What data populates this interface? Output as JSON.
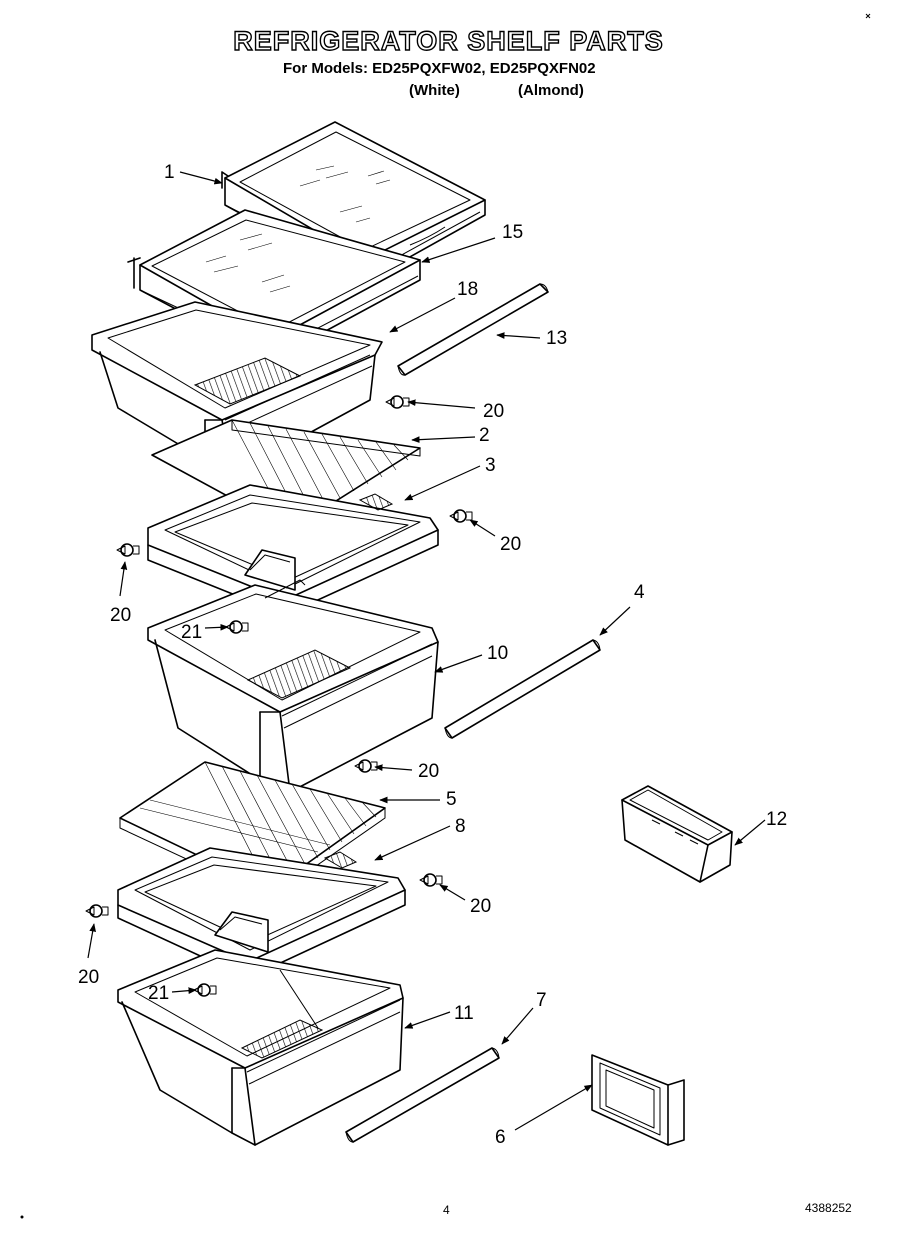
{
  "header": {
    "title": "REFRIGERATOR SHELF PARTS",
    "models_line": "For Models: ED25PQXFW02, ED25PQXFN02",
    "model_white": "(White)",
    "model_almond": "(Almond)"
  },
  "parts": {
    "p1": "1",
    "p15": "15",
    "p18": "18",
    "p13": "13",
    "p20a": "20",
    "p2": "2",
    "p3": "3",
    "p20b": "20",
    "p20c": "20",
    "p21a": "21",
    "p4": "4",
    "p10": "10",
    "p20d": "20",
    "p5": "5",
    "p12": "12",
    "p8": "8",
    "p20e": "20",
    "p20f": "20",
    "p21b": "21",
    "p11": "11",
    "p7": "7",
    "p6": "6"
  },
  "footer": {
    "page_number": "4",
    "doc_number": "4388252"
  }
}
